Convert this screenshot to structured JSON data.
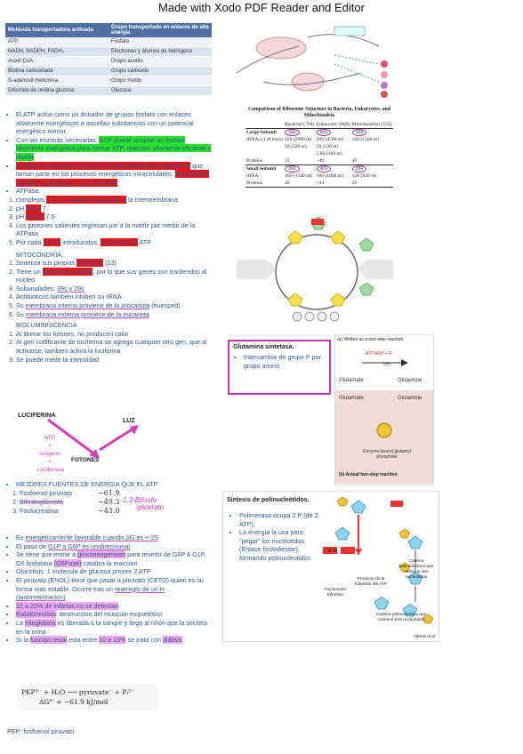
{
  "header": {
    "title": "Made with Xodo PDF Reader and Editor"
  },
  "table1": {
    "headers": [
      "Molécula transportadora activada",
      "Grupo transportado en enlaces de alta energía"
    ],
    "rows": [
      [
        "ATP",
        "Fosfato"
      ],
      [
        "NADH, NADPH, FADH₂",
        "Electrones y átomos de hidrógeno"
      ],
      [
        "Acetil CoA",
        "Grupo acetilo"
      ],
      [
        "Biotina carboxilada",
        "Grupo carboxilo"
      ],
      [
        "S-adenosil metionina",
        "Grupo metilo"
      ],
      [
        "Difosfato de uridina glucosa",
        "Glucosa"
      ]
    ]
  },
  "left": {
    "b1": "El ATP actúa como un donador de grupos fosfato con enlaces altamente energéticos a aquellas substancias con un potencial energético menor.",
    "b2a": "Con las enzimas necesarias, ",
    "b2b": "ADP puede aceptar un fosfato altamente energético para formar ATP, reacción altamente eficiente y rápida",
    "b3a": "3",
    "b3b": " fuentes principales de grupos fosfato altamente energéticos",
    "b3c": " que toman parte en los procesos energéticos intracelulares: ",
    "b3d": "fosforilación oxidativa, glucolisis y ciclo de Krebs",
    "atpasa": "ATPasa:",
    "a1a": "complejos ",
    "a1b": "F₁ y F₀ bombean protones a",
    "a1c": " la intermembrana",
    "a2a": "pH ",
    "a2b": "fuera",
    "a2c": " 7",
    "a3a": "pH ",
    "a3b": "dentro",
    "a3c": " 7.5",
    "a4": "Los protones salientes regresan por a la matriz por medio de la ATPasa",
    "a5a": "Por cada ",
    "a5b": "10 H+",
    "a5c": " introducidos, ",
    "a5d": "se generan 3",
    "a5e": " ATP",
    "mito": "MITOCONDRIA:",
    "m1a": "Sintetiza sus propias ",
    "m1b": "proteínas",
    "m1c": " (13)",
    "m2a": "Tiene un ",
    "m2b": "genoma inestable",
    "m2c": ", por lo que sus genes son tranferidos al nucleo",
    "m3a": "Subunidades: ",
    "m3b": "39s y 28s",
    "m4": "Antibioticos tambien inhiben su rRNA",
    "m5a": "Su ",
    "m5b": "membrana interna proviene de la procariota",
    "m5c": " (huesped)",
    "m6a": "Su ",
    "m6b": "membrana externa proviene de la eucariota",
    "biolum": "BIOLUMINISCENCIA",
    "bl1": "Al liberar los fotones, no producen calor",
    "bl2": "Al gen codificante de luciferina se agrega cualquier otro gen, que al activarse, tambien activa la luciferina",
    "bl3": "Se puede medir la intensidad",
    "luc": {
      "luciferina": "LUCIFERINA",
      "luz": "LUZ",
      "atp": "ATP",
      "plus": "+",
      "oxigeno": "oxígeno",
      "luciferasa": "Luciferasa",
      "fotones": "FOTONES"
    },
    "mej": "MEJORES FUENTES DE ENERGIA QUE EL ATP",
    "f1": "Fosfoenol piruvato",
    "f1v": "−61.9",
    "f2": "Bifosfoglicerato",
    "f2v": "−49.3",
    "f3": "Fosfocreatina",
    "f3v": "−43.0",
    "hand1": "1,3-Bifosfo",
    "hand2": "glicerato",
    "e1a": "Es ",
    "e1b": "energeticamente favorable cuando ΔG es <-25",
    "e2a": "El paso de ",
    "e2b": "G1P a G6P es unidireccional",
    "e3a": "Se tiene que entrar a ",
    "e3b": "gluconeogenesis",
    "e3c": " para revertir de G6P A G1P, G6 fosfatasa ",
    "e3d": "(G6Pase)",
    "e3e": " cataliza la reaccion",
    "e4": "Glucolisis: 1 molecula de glucosa provee 2 ATP",
    "e5a": "El piruvato (ENOL) tiene que pasar a piruvato (CETO) quien es su forma mas estable. Ocurre tras un ",
    "e5b": "rearreglo de un H (tautomerizacion)",
    "e6": "15 a 20% de infartos no se detectan",
    "e7a": "Rabdomiolisis",
    "e7b": ": destrucción del músculo esquelético",
    "e8a": "La ",
    "e8b": "mioglobina",
    "e8c": " es liberada a la sangre y llega al riñón que la secreta en la orina",
    "e9a": "Si la ",
    "e9b": "funcion renal",
    "e9c": " esta entre ",
    "e9d": "10 a 15%",
    "e9e": " se trata con ",
    "e9f": "diálisis",
    "eq1": "PEP³⁻ + H₂O ⟶ pyruvate⁻ + Pᵢ²⁻",
    "eq2": "ΔG°′ = −61.9 kJ/mol",
    "pep": "PEP: fosfoenol piruvato"
  },
  "right": {
    "ribo_title": "Comparison of Ribosome Structure in Bacteria, Eukaryotes, and Mitochondria",
    "ribo_cols": [
      "",
      "Bacterial (70S)",
      "Eukaryotic (80S)",
      "Mitochondrial (55S)"
    ],
    "ribo_large": [
      "Large Subunit",
      "50S",
      "60S",
      "39S"
    ],
    "ribo_rrnas": [
      "rRNAs (1 of each)",
      "23S (2900 nt)",
      "28S (4700 nt)",
      "16S (1560 nt)"
    ],
    "ribo_rrnas2": [
      "",
      "5S (120 nt)",
      "5S (120 nt)",
      ""
    ],
    "ribo_rrnas3": [
      "",
      "",
      "5.8S (160 nt)",
      ""
    ],
    "ribo_proteins1": [
      "Proteins",
      "33",
      "~49",
      "48"
    ],
    "ribo_small": [
      "Small Subunit",
      "30S",
      "40S",
      "28S"
    ],
    "ribo_srrna": [
      "rRNA",
      "16S (1540 nt)",
      "18S (1900 nt)",
      "12S (950 nt)"
    ],
    "ribo_proteins2": [
      "Proteins",
      "20",
      "~33",
      "29"
    ],
    "glut_title": "Glutamina sintetasa.",
    "glut_b1": "Intercambio de grupo P por grupo amino",
    "glut_fig_a": "(a) Written as a one-step reaction",
    "glut_fig_b": "(b) Actual two-step reaction",
    "glut_labels": {
      "glutamate": "Glutamate",
      "glutamine": "Glutamine",
      "atp_adp": "ATP  ADP + Pᵢ",
      "nh3": "NH₃",
      "acyl": "Enzyme-bound glutamyl phosphate"
    },
    "poly_title": "Síntesis de polinucleótidos.",
    "poly_b1": "Polimerasa ocupa 2 P (de 2 ATP).",
    "poly_b2": "La energía la usa para \"pegar\" los nucléotidos (Enlace fosfodiester), formando polinucleotidos",
    "poly_labels": {
      "ppi": "2 ℗ᵢ",
      "cadena": "Cadena polinucleótica que contiene dos nucleótidos",
      "prod": "Producto de la hidrólisis del ATP",
      "nuc": "Nucleósido trifosfato",
      "cad2": "Cadena polinucleótica que contiene tres nucleótidos",
      "marca": "Alberts et al."
    }
  },
  "colors": {
    "blue": "#2f5597",
    "green": "#27e327",
    "red": "#e81717",
    "pink": "#d63bb8"
  }
}
